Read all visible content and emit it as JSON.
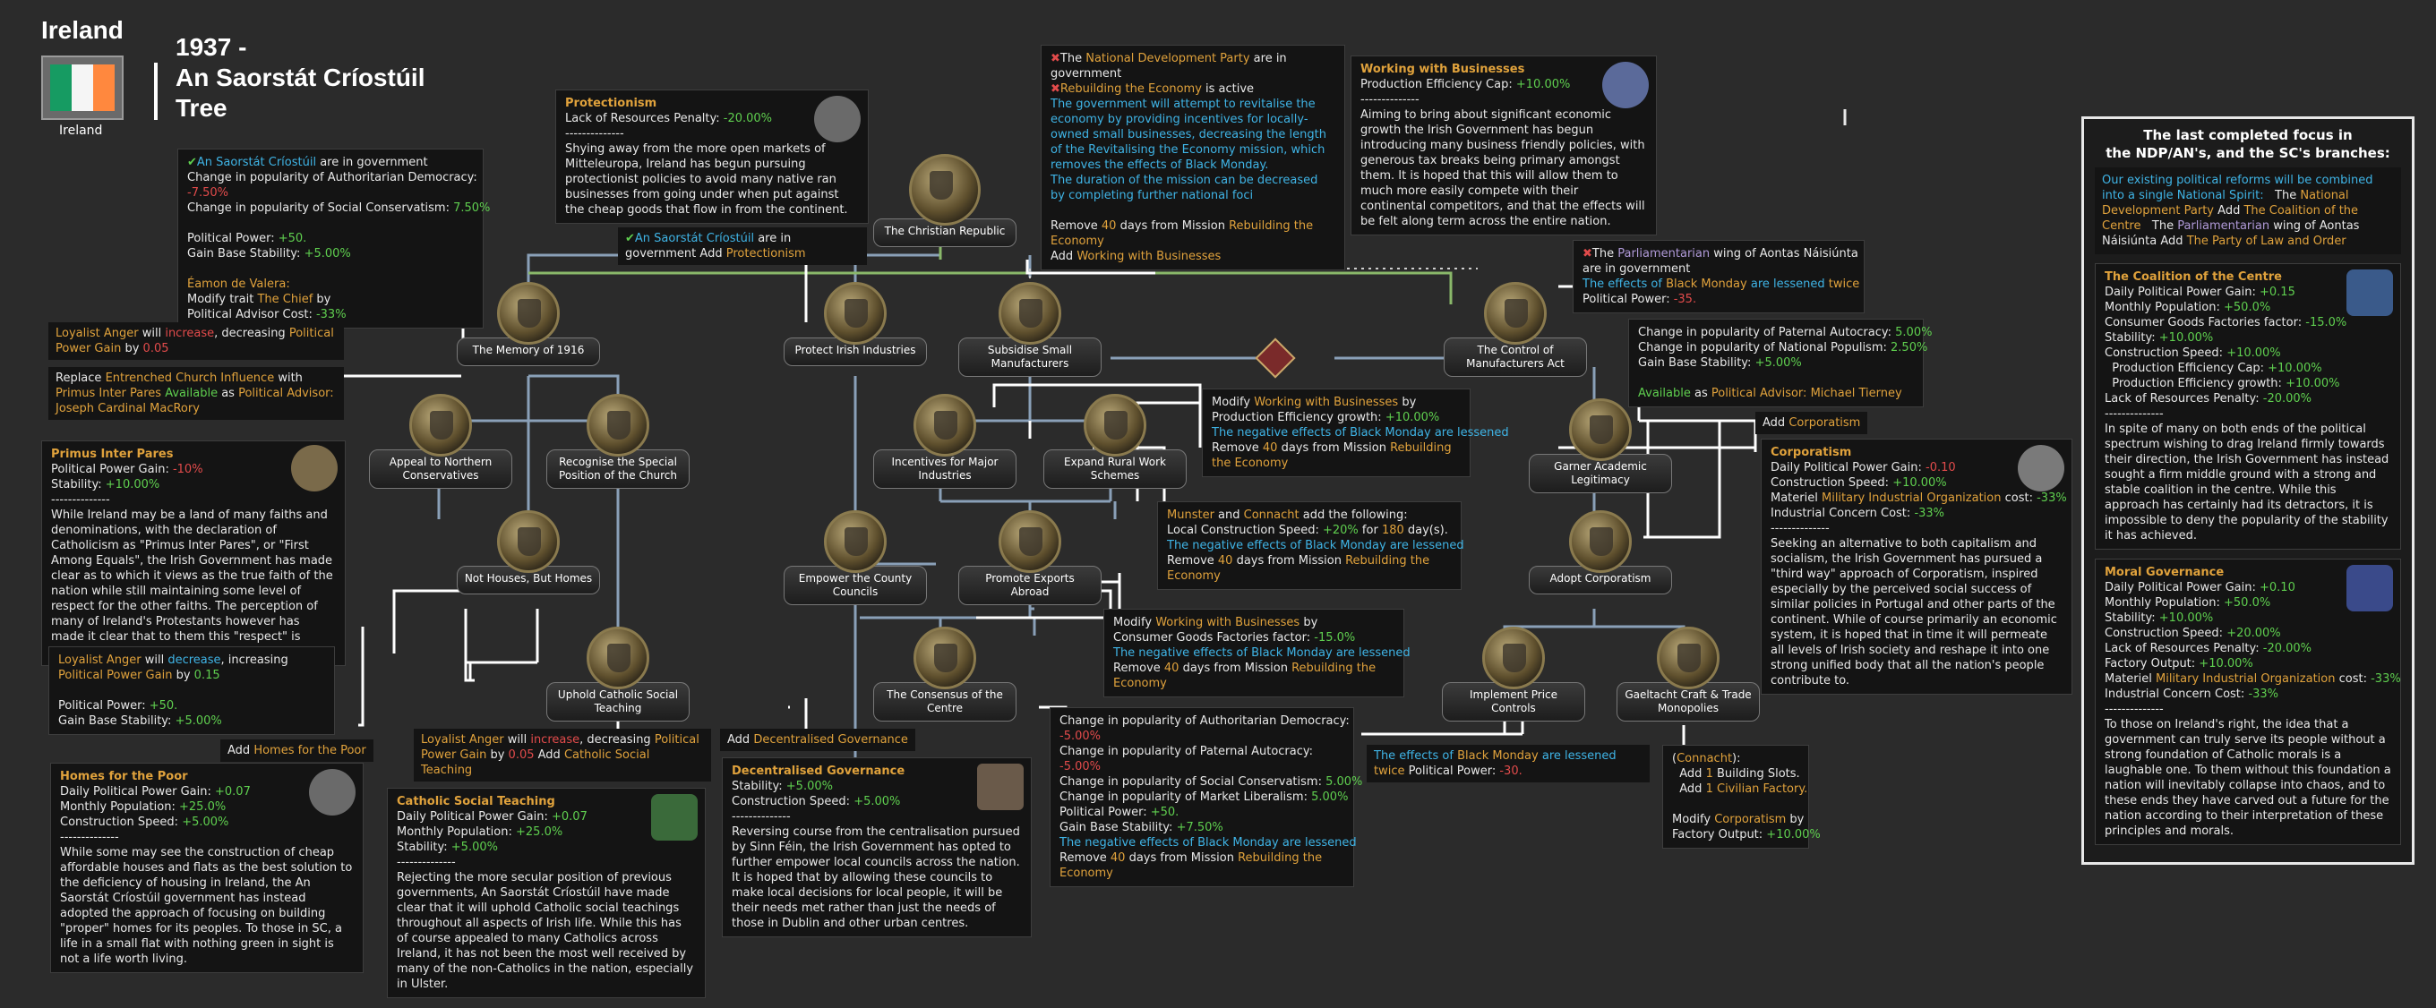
{
  "country": {
    "name": "Ireland",
    "flag_label": "Ireland"
  },
  "tree_title": [
    "1937 -",
    "An Saorstát Críostúil",
    "Tree"
  ],
  "nodes": {
    "christian_republic": "The Christian Republic",
    "memory_1916": "The Memory of 1916",
    "protect_industries": "Protect Irish Industries",
    "subsidise": "Subsidise Small Manufacturers",
    "control_manufacturers": "The Control of Manufacturers Act",
    "appeal_northern": "Appeal to Northern Conservatives",
    "recognise_church": "Recognise the Special Position of the Church",
    "incentives": "Incentives for Major Industries",
    "expand_rural": "Expand Rural Work Schemes",
    "garner_academic": "Garner Academic Legitimacy",
    "not_houses": "Not Houses, But Homes",
    "empower_councils": "Empower the County Councils",
    "promote_exports": "Promote Exports Abroad",
    "adopt_corporatism": "Adopt Corporatism",
    "uphold_catholic": "Uphold Catholic Social Teaching",
    "consensus_centre": "The Consensus of the Centre",
    "implement_price": "Implement Price Controls",
    "gaeltacht": "Gaeltacht Craft & Trade Monopolies"
  },
  "tooltips": {
    "memory": {
      "l1a": "An Saorstát Críostúil",
      "l1b": " are in government",
      "l2": "Change in popularity of Authoritarian Democracy:",
      "l2v": "-7.50%",
      "l3": "Change in popularity of Social Conservatism:",
      "l3v": "7.50%",
      "l4": "Political Power:",
      "l4v": "+50.",
      "l5": "Gain Base Stability:",
      "l5v": "+5.00%",
      "l6": "Éamon de Valera:",
      "l7a": "Modify trait ",
      "l7b": "The Chief",
      "l7c": " by",
      "l8": "Political Advisor Cost:",
      "l8v": "-33%"
    },
    "protectionism": {
      "title": "Protectionism",
      "l1": "Lack of Resources Penalty:",
      "l1v": "-20.00%",
      "sep": "--------------",
      "desc": "Shying away from the more open markets of Mitteleuropa, Ireland has begun pursuing protectionist policies to avoid many native ran businesses from going under when put against the cheap goods that flow in from the continent."
    },
    "protect_note": {
      "a": "An Saorstát Críostúil",
      "b": " are in government",
      "c": "Add ",
      "d": "Protectionism"
    },
    "ndp": {
      "l1a": "The ",
      "l1b": "National Development Party",
      "l1c": " are in government",
      "l2a": "Rebuilding the Economy",
      "l2b": " is active",
      "desc": "The government will attempt to revitalise the economy by providing incentives for locally-owned small businesses, decreasing the length of the Revitalising the Economy mission, which removes the effects of Black Monday.",
      "desc2": "The duration of the mission can be decreased by completing further national foci",
      "l3a": "Remove ",
      "l3b": "40",
      "l3c": " days from Mission ",
      "l3d": "Rebuilding the Economy",
      "l4a": "Add ",
      "l4b": "Working with Businesses"
    },
    "working": {
      "title": "Working with Businesses",
      "l1": "Production Efficiency Cap:",
      "l1v": "+10.00%",
      "sep": "--------------",
      "desc": "Aiming to bring about significant economic growth the Irish Government has begun introducing many business friendly policies, with generous tax breaks being primary amongst them. It is hoped that this will allow them to much more easily compete with their continental competitors, and that the effects will be felt along term across the entire nation."
    },
    "parl": {
      "l1a": "The ",
      "l1b": "Parliamentarian",
      "l1c": " wing of Aontas Náisiúnta",
      "l2": "are in government",
      "l3a": "The effects of ",
      "l3b": "Black Monday",
      "l3c": " are lessened ",
      "l3d": "twice",
      "l4": "Political Power:",
      "l4v": "-35."
    },
    "paternal": {
      "l1": "Change in popularity of Paternal Autocracy:",
      "l1v": "5.00%",
      "l2": "Change in popularity of National Populism:",
      "l2v": "2.50%",
      "l3": "Gain Base Stability:",
      "l3v": "+5.00%",
      "l4a": "Available",
      "l4b": " as ",
      "l4c": "Political Advisor:",
      "l4d": "Michael Tierney"
    },
    "add_corp": {
      "a": "Add ",
      "b": "Corporatism"
    },
    "loyalist1": {
      "a": "Loyalist Anger",
      "b": " will ",
      "c": "increase",
      "d": ", decreasing ",
      "e": "Political Power Gain",
      "f": " by ",
      "g": "0.05"
    },
    "replace": {
      "a": "Replace ",
      "b": "Entrenched Church Influence",
      "c": " with ",
      "d": "Primus Inter Pares",
      "e": "Available",
      "f": " as ",
      "g": "Political Advisor:",
      "h": "Joseph Cardinal MacRory"
    },
    "primus": {
      "title": "Primus Inter Pares",
      "l1": "Political Power Gain:",
      "l1v": "-10%",
      "l2": "Stability:",
      "l2v": "+10.00%",
      "sep": "--------------",
      "desc": "While Ireland may be a land of many faiths and denominations, with the declaration of Catholicism as \"Primus Inter Pares\", or \"First Among Equals\", the Irish Government has made clear as to which it views as the true faith of the nation while still maintaining some level of respect for the other faiths. The perception of many of Ireland's Protestants however has made it clear that to them this \"respect\" is nowhere to be seen."
    },
    "working_mod": {
      "l1a": "Modify ",
      "l1b": "Working with Businesses",
      "l1c": " by",
      "l2": "Production Efficiency growth:",
      "l2v": "+10.00%",
      "l3": "The negative effects of Black Monday are lessened",
      "l4a": "Remove ",
      "l4b": "40",
      "l4c": " days from Mission ",
      "l4d": "Rebuilding the Economy"
    },
    "munster": {
      "l1a": "Munster",
      "l1b": " and ",
      "l1c": "Connacht",
      "l1d": " add the following:",
      "l2a": "Local Construction Speed: ",
      "l2b": "+20%",
      "l2c": " for ",
      "l2d": "180",
      "l2e": " day(s).",
      "l3": "The negative effects of Black Monday are lessened",
      "l4a": "Remove ",
      "l4b": "40",
      "l4c": " days from Mission ",
      "l4d": "Rebuilding the Economy"
    },
    "corporatism": {
      "title": "Corporatism",
      "l1": "Daily Political Power Gain:",
      "l1v": "-0.10",
      "l2": "Construction Speed:",
      "l2v": "+10.00%",
      "l3a": "Materiel ",
      "l3b": "Military Industrial Organization",
      "l3c": " cost: ",
      "l3d": "-33%",
      "l4": "Industrial Concern Cost:",
      "l4v": "-33%",
      "sep": "--------------",
      "desc": "Seeking an alternative to both capitalism and socialism, the Irish Government has pursued a \"third way\" approach of Corporatism, inspired especially by the perceived social success of similar policies in Portugal and other parts of the continent. While of course primarily an economic system, it is hoped that in time it will permeate all levels of Irish society and reshape it into one strong unified body that all the nation's people contribute to."
    },
    "loyalist2": {
      "a": "Loyalist Anger",
      "b": " will ",
      "c": "decrease",
      "d": ", increasing ",
      "e": "Political Power Gain",
      "f": " by ",
      "g": "0.15",
      "h": "Political Power:",
      "hv": "+50.",
      "i": "Gain Base Stability:",
      "iv": "+5.00%"
    },
    "working_mod2": {
      "l1a": "Modify ",
      "l1b": "Working with Businesses",
      "l1c": " by",
      "l2": "Consumer Goods Factories factor:",
      "l2v": "-15.0%",
      "l3": "The negative effects of Black Monday are lessened",
      "l4a": "Remove ",
      "l4b": "40",
      "l4c": " days from Mission ",
      "l4d": "Rebuilding the Economy"
    },
    "add_homes": {
      "a": "Add ",
      "b": "Homes for the Poor"
    },
    "loyalist3": {
      "a": "Loyalist Anger",
      "b": " will ",
      "c": "increase",
      "d": ", decreasing ",
      "e": "Political Power Gain",
      "f": " by ",
      "g": "0.05",
      "h": "Add ",
      "i": "Catholic Social Teaching"
    },
    "add_decent": {
      "a": "Add ",
      "b": "Decentralised Governance"
    },
    "popularity": {
      "l1": "Change in popularity of Authoritarian Democracy:",
      "l1v": "-5.00%",
      "l2": "Change in popularity of Paternal Autocracy:",
      "l2v": "-5.00%",
      "l3": "Change in popularity of Social Conservatism:",
      "l3v": "5.00%",
      "l4": "Change in popularity of Market Liberalism:",
      "l4v": "5.00%",
      "l5": "Political Power:",
      "l5v": "+50.",
      "l6": "Gain Base Stability:",
      "l6v": "+7.50%",
      "l7": "The negative effects of Black Monday are lessened",
      "l8a": "Remove ",
      "l8b": "40",
      "l8c": " days from Mission ",
      "l8d": "Rebuilding the Economy"
    },
    "homes": {
      "title": "Homes for the Poor",
      "l1": "Daily Political Power Gain:",
      "l1v": "+0.07",
      "l2": "Monthly Population:",
      "l2v": "+25.0%",
      "l3": "Construction Speed:",
      "l3v": "+5.00%",
      "sep": "--------------",
      "desc": "While some may see the construction of cheap affordable houses and flats as the best solution to the deficiency of housing in Ireland, the An Saorstát Críostúil government has instead adopted the approach of focusing on building \"proper\" homes for its peoples. To those in SC, a life in a small flat with nothing green in sight is not a life worth living."
    },
    "catholic": {
      "title": "Catholic Social Teaching",
      "l1": "Daily Political Power Gain:",
      "l1v": "+0.07",
      "l2": "Monthly Population:",
      "l2v": "+25.0%",
      "l3": "Stability:",
      "l3v": "+5.00%",
      "sep": "--------------",
      "desc": "Rejecting the more secular position of previous governments, An Saorstát Críostúil have made clear that it will uphold Catholic social teachings throughout all aspects of Irish life. While this has of course appealed to many Catholics across Ireland, it has not been the most well received by many of the non-Catholics in the nation, especially in Ulster."
    },
    "decent": {
      "title": "Decentralised Governance",
      "l1": "Stability:",
      "l1v": "+5.00%",
      "l2": "Construction Speed:",
      "l2v": "+5.00%",
      "sep": "--------------",
      "desc": "Reversing course from the centralisation pursued by Sinn Féin, the Irish Government has opted to further empower local councils across the nation. It is hoped that by allowing these councils to make local decisions for local people, it will be their needs met rather than just the needs of those in Dublin and other urban centres."
    },
    "black_twice": {
      "a": "The effects of ",
      "b": "Black Monday",
      "c": " are lessened ",
      "d": "twice",
      "e": "Political Power:",
      "ev": "-30."
    },
    "connacht": {
      "l1a": "(",
      "l1b": "Connacht",
      "l1c": "):",
      "l2a": "Add ",
      "l2b": "1",
      "l2c": " Building Slots.",
      "l3a": "Add ",
      "l3b": "1",
      "l3c": " Civilian Factory.",
      "l4a": "Modify ",
      "l4b": "Corporatism",
      "l4c": " by",
      "l5": "Factory Output:",
      "l5v": "+10.00%"
    },
    "last": {
      "h1": "The last completed focus in",
      "h2": "the NDP/AN's, and the SC's branches:",
      "b1": "Our existing political reforms will be combined into a single National Spirit:",
      "c1a": "The ",
      "c1b": "National Development Party",
      "c2a": "Add ",
      "c2b": "The Coalition of the Centre",
      "c3a": "The ",
      "c3b": "Parliamentarian",
      "c3c": " wing of Aontas Náisiúnta",
      "c4a": "Add ",
      "c4b": "The Party of Law and Order"
    },
    "coalition": {
      "title": "The Coalition of the Centre",
      "l1": "Daily Political Power Gain:",
      "l1v": "+0.15",
      "l2": "Monthly Population:",
      "l2v": "+50.0%",
      "l3": "Consumer Goods Factories factor:",
      "l3v": "-15.0%",
      "l4": "Stability:",
      "l4v": "+10.00%",
      "l5": "Construction Speed:",
      "l5v": "+10.00%",
      "l6": "Production Efficiency Cap:",
      "l6v": "+10.00%",
      "l7": "Production Efficiency growth:",
      "l7v": "+10.00%",
      "l8": "Lack of Resources Penalty:",
      "l8v": "-20.00%",
      "sep": "--------------",
      "desc": "In spite of many on both ends of the political spectrum wishing to drag Ireland firmly towards their direction, the Irish Government has instead sought a firm middle ground with a strong and stable coalition in the centre. While this approach has certainly had its detractors, it is impossible to deny the popularity of the stability it has achieved."
    },
    "moral": {
      "title": "Moral Governance",
      "l1": "Daily Political Power Gain:",
      "l1v": "+0.10",
      "l2": "Monthly Population:",
      "l2v": "+50.0%",
      "l3": "Stability:",
      "l3v": "+10.00%",
      "l4": "Construction Speed:",
      "l4v": "+20.00%",
      "l5": "Lack of Resources Penalty:",
      "l5v": "-20.00%",
      "l6": "Factory Output:",
      "l6v": "+10.00%",
      "l7a": "Materiel ",
      "l7b": "Military Industrial Organization",
      "l7c": " cost: ",
      "l7d": "-33%",
      "l8": "Industrial Concern Cost:",
      "l8v": "-33%",
      "sep": "--------------",
      "desc": "To those on Ireland's right, the idea that a government can truly serve its people without a strong foundation of Catholic morals is a laughable one. To them without this foundation a nation will inevitably collapse into chaos, and to these ends they have carved out a future for the nation according to their interpretation of these principles and morals."
    }
  },
  "colors": {
    "background": "#2b2b2b",
    "highlight": "#e0a23c",
    "positive": "#5fcf4f",
    "negative": "#e24b4b",
    "effect": "#3fb4e6"
  }
}
